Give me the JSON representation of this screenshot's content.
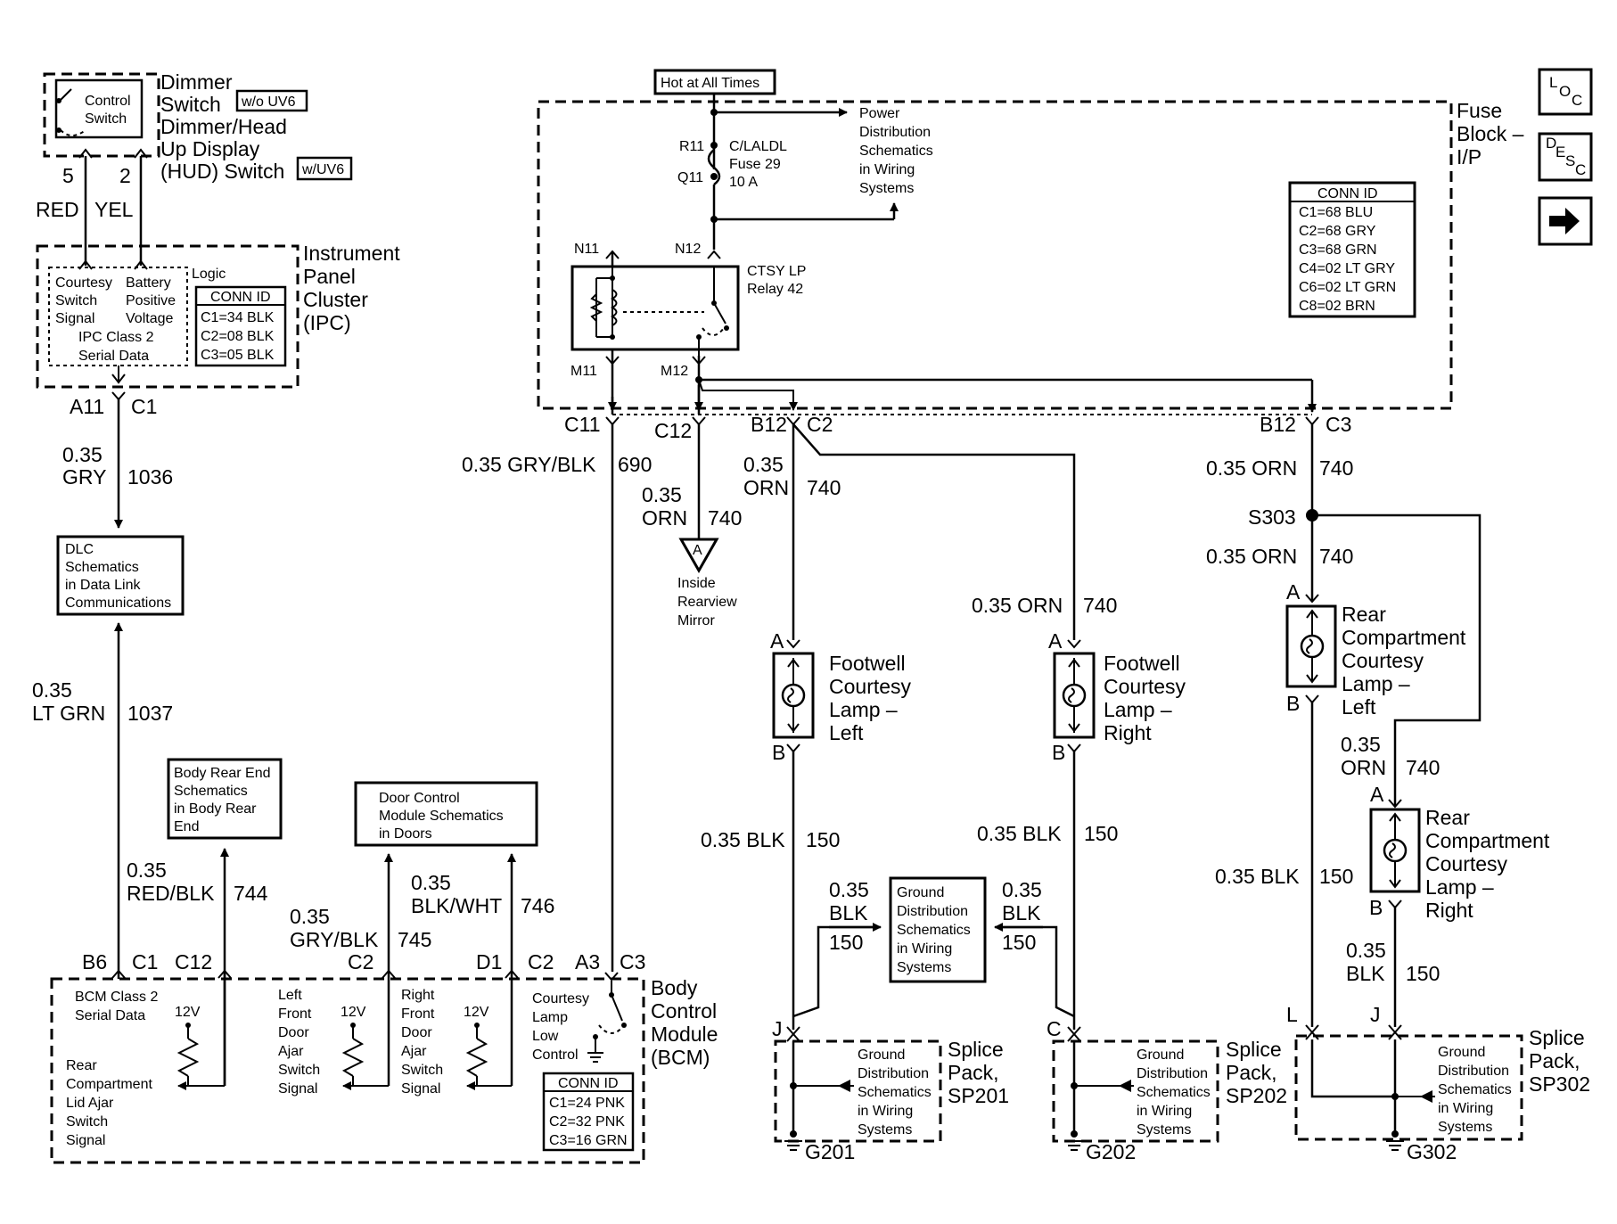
{
  "dimmer": {
    "title_lines": [
      "Dimmer",
      "Switch",
      "Dimmer/Head",
      "Up Display",
      "(HUD) Switch"
    ],
    "tag_wo_uv6": "w/o UV6",
    "tag_w_uv6": "w/UV6",
    "inner_lines": [
      "Control",
      "Switch"
    ],
    "pin_left": "5",
    "pin_right": "2",
    "wire_left_color": "RED",
    "wire_right_color": "YEL"
  },
  "ipc": {
    "title_lines": [
      "Instrument",
      "Panel",
      "Cluster",
      "(IPC)"
    ],
    "logic_label": "Logic",
    "inner_lines": [
      "Courtesy",
      "Switch",
      "Signal",
      "Battery",
      "Positive",
      "Voltage",
      "IPC Class 2",
      "Serial Data"
    ],
    "conn_title": "CONN ID",
    "conn": [
      "C1=34 BLK",
      "C2=08 BLK",
      "C3=05 BLK"
    ],
    "pin_a": "A11",
    "pin_c": "C1",
    "wire_size": "0.35",
    "wire_color": "GRY",
    "wire_circuit": "1036"
  },
  "dlc": {
    "lines": [
      "DLC",
      "Schematics",
      "in Data Link",
      "Communications"
    ],
    "wire_size": "0.35",
    "wire_color": "LT GRN",
    "wire_circuit": "1037"
  },
  "body_rear_end": {
    "lines": [
      "Body Rear End",
      "Schematics",
      "in Body Rear",
      "End"
    ],
    "wire_size": "0.35",
    "wire_color": "RED/BLK",
    "wire_circuit": "744"
  },
  "door_control": {
    "lines": [
      "Door Control",
      "Module Schematics",
      "in Doors"
    ],
    "wire_left_size": "0.35",
    "wire_left_color": "GRY/BLK",
    "wire_left_circuit": "745",
    "wire_right_size": "0.35",
    "wire_right_color": "BLK/WHT",
    "wire_right_circuit": "746"
  },
  "bcm": {
    "title_lines": [
      "Body",
      "Control",
      "Module",
      "(BCM)"
    ],
    "pins": [
      "B6",
      "C1",
      "C12",
      "C2",
      "D1",
      "C2",
      "A3",
      "C3"
    ],
    "class2_lines": [
      "BCM Class 2",
      "Serial Data"
    ],
    "rear_lines": [
      "Rear",
      "Compartment",
      "Lid Ajar",
      "Switch",
      "Signal"
    ],
    "left_lines": [
      "Left",
      "Front",
      "Door",
      "Ajar",
      "Switch",
      "Signal"
    ],
    "right_lines": [
      "Right",
      "Front",
      "Door",
      "Ajar",
      "Switch",
      "Signal"
    ],
    "courtesy_lines": [
      "Courtesy",
      "Lamp",
      "Low",
      "Control"
    ],
    "volt": "12V",
    "conn_title": "CONN ID",
    "conn": [
      "C1=24 PNK",
      "C2=32 PNK",
      "C3=16 GRN"
    ]
  },
  "fuse_block": {
    "hot_label": "Hot at All Times",
    "title_lines": [
      "Fuse",
      "Block –",
      "I/P"
    ],
    "fuse_pin_top": "R11",
    "fuse_pin_bottom": "Q11",
    "fuse_lines": [
      "C/LALDL",
      "Fuse 29",
      "10 A"
    ],
    "power_lines": [
      "Power",
      "Distribution",
      "Schematics",
      "in Wiring",
      "Systems"
    ],
    "relay_pins": [
      "N11",
      "N12",
      "M11",
      "M12"
    ],
    "relay_lines": [
      "CTSY LP",
      "Relay 42"
    ],
    "conn_title": "CONN ID",
    "conn": [
      "C1=68 BLU",
      "C2=68 GRY",
      "C3=68 GRN",
      "C4=02 LT GRY",
      "C6=02 LT GRN",
      "C8=02 BRN"
    ],
    "out_pins": [
      "C11",
      "C12",
      "B12",
      "C2",
      "B12",
      "C3"
    ]
  },
  "wires": {
    "gry_blk_690": "0.35 GRY/BLK",
    "circuit_690": "690",
    "orn_size": "0.35",
    "orn_color": "ORN",
    "circuit_740": "740",
    "orn_full": "0.35 ORN",
    "blk_full": "0.35 BLK",
    "blk_size": "0.35",
    "blk_color": "BLK",
    "circuit_150": "150"
  },
  "mirror": {
    "connector": "A",
    "lines": [
      "Inside",
      "Rearview",
      "Mirror"
    ]
  },
  "splice_s303": "S303",
  "lamps": {
    "pin_a": "A",
    "pin_b": "B",
    "footwell_left": [
      "Footwell",
      "Courtesy",
      "Lamp –",
      "Left"
    ],
    "footwell_right": [
      "Footwell",
      "Courtesy",
      "Lamp –",
      "Right"
    ],
    "rear_left": [
      "Rear",
      "Compartment",
      "Courtesy",
      "Lamp –",
      "Left"
    ],
    "rear_right": [
      "Rear",
      "Compartment",
      "Courtesy",
      "Lamp –",
      "Right"
    ]
  },
  "ground_dist": {
    "lines": [
      "Ground",
      "Distribution",
      "Schematics",
      "in Wiring",
      "Systems"
    ]
  },
  "splice_packs": {
    "sp201": {
      "pin": "J",
      "lines": [
        "Splice",
        "Pack,",
        "SP201"
      ],
      "ground": "G201"
    },
    "sp202": {
      "pin": "C",
      "lines": [
        "Splice",
        "Pack,",
        "SP202"
      ],
      "ground": "G202"
    },
    "sp302": {
      "pins": [
        "L",
        "J"
      ],
      "lines": [
        "Splice",
        "Pack,",
        "SP302"
      ],
      "ground": "G302"
    }
  },
  "nav": {
    "loc": [
      "L",
      "O",
      "C"
    ],
    "desc": [
      "D",
      "E",
      "S",
      "C"
    ],
    "arrow_icon": "right-arrow-icon"
  }
}
